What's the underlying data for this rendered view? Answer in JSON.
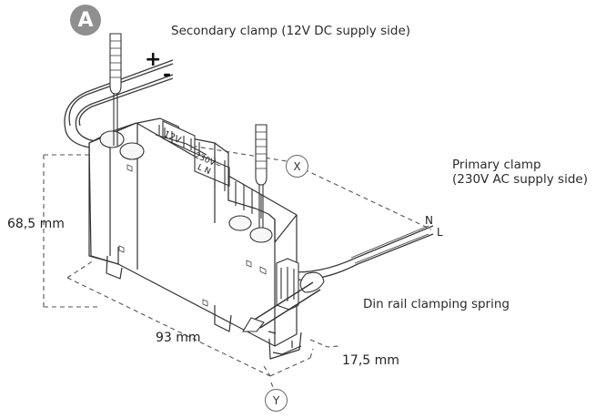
{
  "badge": {
    "letter": "A"
  },
  "labels": {
    "secondary_clamp": "Secondary clamp (12V DC supply side)",
    "primary_clamp_line1": "Primary clamp",
    "primary_clamp_line2": "(230V AC supply side)",
    "din_rail_spring": "Din rail clamping spring"
  },
  "dimensions": {
    "height": "68,5 mm",
    "depth": "93 mm",
    "width": "17,5 mm"
  },
  "markers": {
    "x": "X",
    "y": "Y"
  },
  "terminals": {
    "plus": "+",
    "minus": "-",
    "neutral": "N",
    "line": "L"
  },
  "device_labels": {
    "dc_voltage": "12V",
    "ac_voltage": "230V~",
    "ac_terminals": "L   N"
  },
  "colors": {
    "line": "#3a3a3a",
    "badge": "#8f8f8f",
    "dashed": "#555555"
  }
}
